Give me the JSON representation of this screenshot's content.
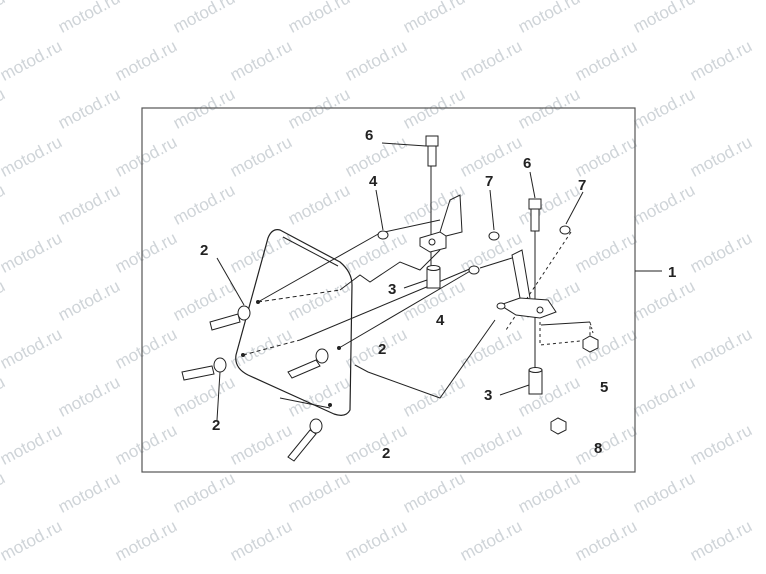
{
  "watermark": {
    "text": "motod.ru",
    "color": "#cfd4d8"
  },
  "diagram": {
    "frame_color": "#555555",
    "line_color": "#222222",
    "callouts": {
      "one": "1",
      "two_a": "2",
      "two_b": "2",
      "two_c": "2",
      "two_d": "2",
      "three_a": "3",
      "three_b": "3",
      "four_a": "4",
      "four_b": "4",
      "five": "5",
      "six_a": "6",
      "six_b": "6",
      "seven_a": "7",
      "seven_b": "7",
      "eight": "8"
    }
  }
}
